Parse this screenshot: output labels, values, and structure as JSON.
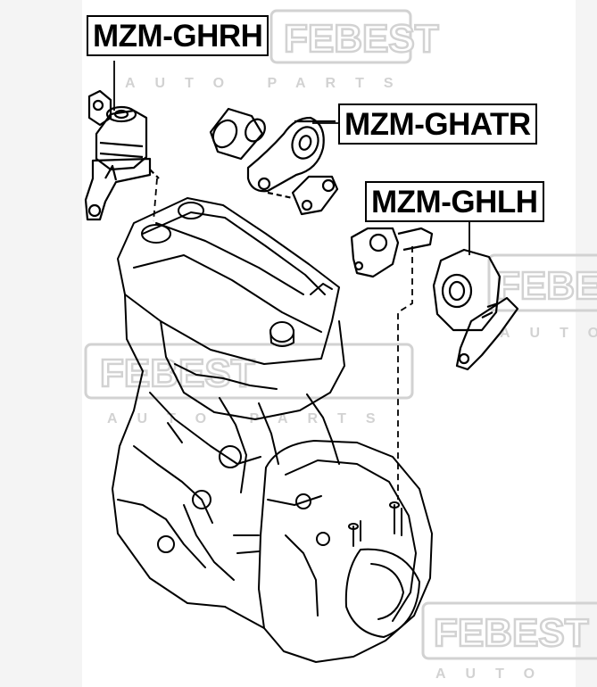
{
  "callouts": {
    "right_mount": "MZM-GHRH",
    "torque_rod": "MZM-GHATR",
    "left_mount": "MZM-GHLH"
  },
  "watermark": {
    "brand_1": "FEBEST",
    "brand_2": "FEBEST",
    "brand_3": "FEBEST",
    "brand_4": "FEBEST",
    "sub_1": "AUTO PARTS",
    "sub_2": "AUTO",
    "sub_3": "AUTO PARTS",
    "sub_4": "AUTO"
  },
  "colors": {
    "line": "#000000",
    "watermark": "#d2d2d2",
    "background": "#ffffff"
  }
}
